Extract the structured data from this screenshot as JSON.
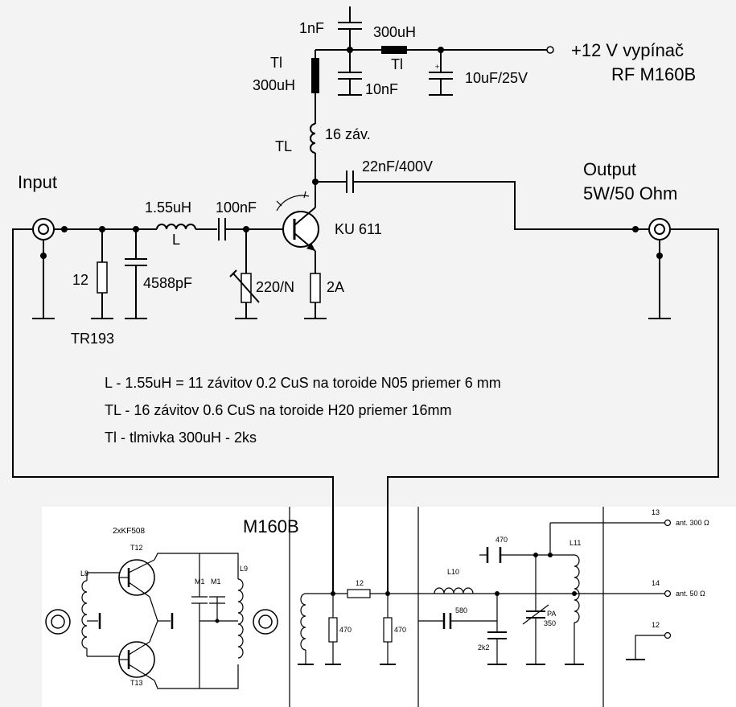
{
  "top": {
    "cap_1nf": "1nF",
    "ind_300uh_top": "300uH",
    "tl_label_top": "Tl",
    "tl_label_left": "Tl",
    "tl_300uh_left": "300uH",
    "cap_10nf": "10nF",
    "cap_10uf": "10uF/25V",
    "plus_sign": "+",
    "supply_label": "+12 V vypínač",
    "supply_sub": "RF M160B",
    "tl_coil": "TL",
    "tl_turns": "16 záv.",
    "cap_22nf": "22nF/400V",
    "output_title": "Output",
    "output_spec": "5W/50 Ohm",
    "input_title": "Input",
    "ind_l_value": "1.55uH",
    "ind_l_name": "L",
    "cap_100nf": "100nF",
    "transistor": "KU 611",
    "res_12": "12",
    "cap_4588": "4588pF",
    "trimmer": "220/N",
    "res_2a": "2A",
    "tr193": "TR193"
  },
  "notes": [
    "L - 1.55uH = 11 závitov 0.2 CuS na toroide N05 priemer 6 mm",
    "TL - 16 závitov 0.6 CuS na toroide H20 priemer 16mm",
    "Tl - tlmivka 300uH - 2ks"
  ],
  "bottom": {
    "title": "M160B",
    "kf508": "2xKF508",
    "t12": "T12",
    "t13": "T13",
    "l8": "L8",
    "l9": "L9",
    "m1a": "M1",
    "m1b": "M1",
    "r12": "12",
    "r470a": "470",
    "r470b": "470",
    "l10": "L10",
    "c580": "580",
    "c2k2": "2k2",
    "c470": "470",
    "l11": "L11",
    "pa": "PA",
    "c350": "350",
    "t13pin": "13",
    "t14pin": "14",
    "t12pin": "12",
    "ant300": "ant. 300 Ω",
    "ant50": "ant. 50 Ω"
  }
}
